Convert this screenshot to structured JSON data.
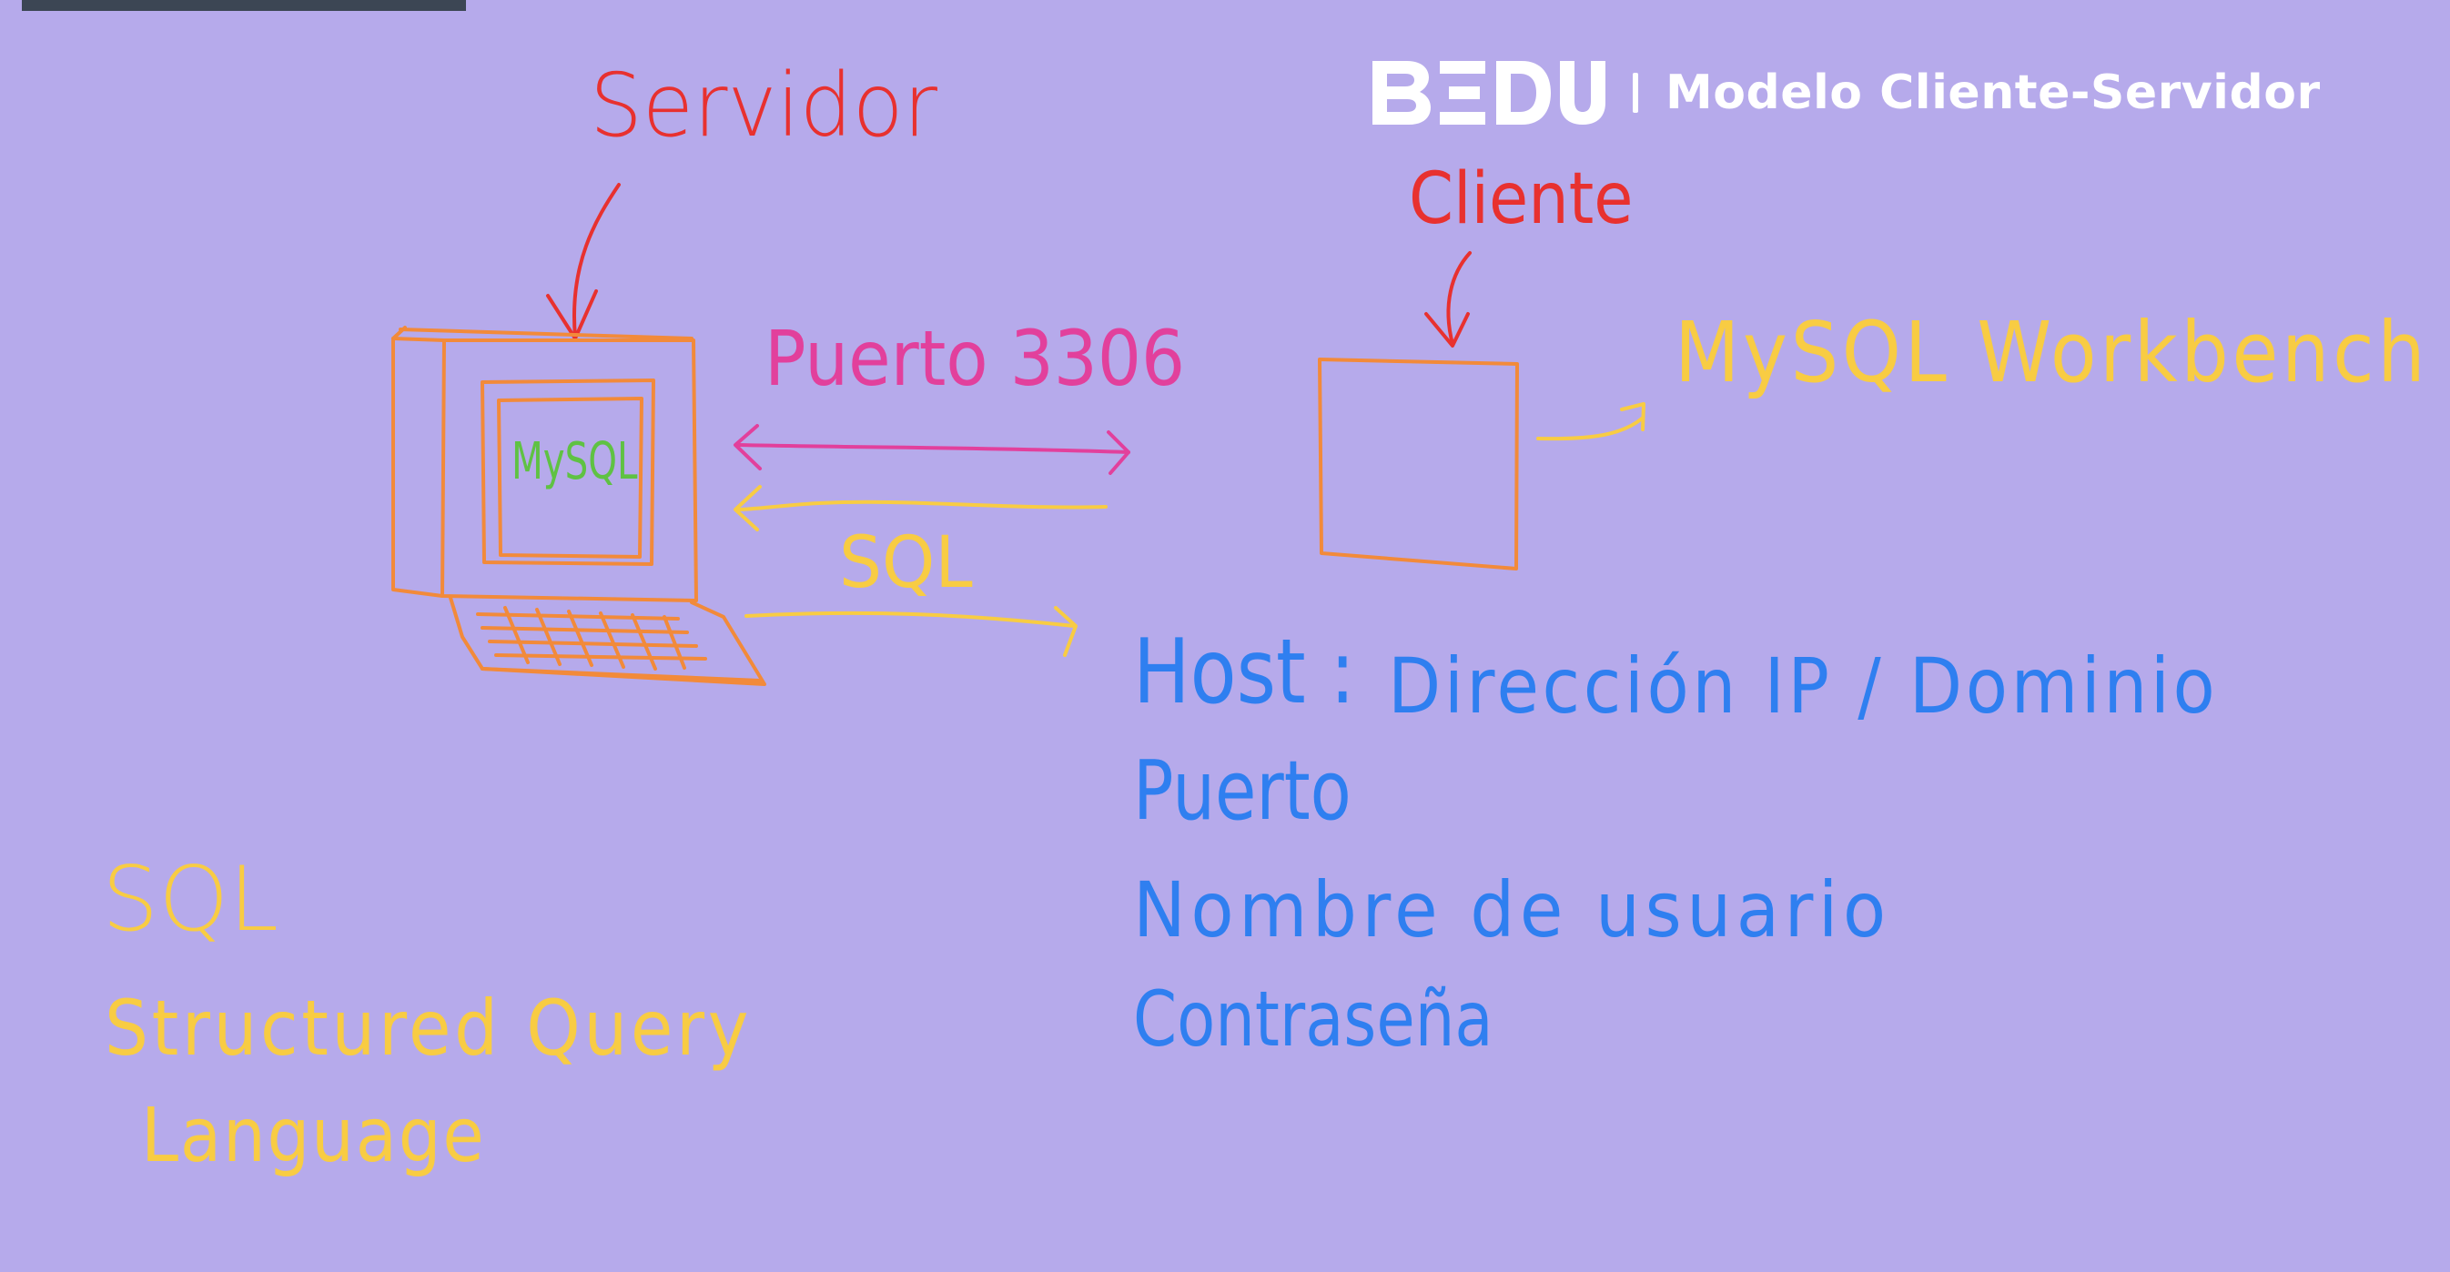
{
  "header": {
    "logo_text": "BEDU",
    "title": "Modelo Cliente-Servidor"
  },
  "colors": {
    "background": "#b6aaeb",
    "server_label": "#e8312f",
    "port_label": "#e2409c",
    "computer": "#f28a3a",
    "mysql_screen": "#5fc243",
    "sql": "#f8cc43",
    "connection_fields": "#2f7ff0"
  },
  "labels": {
    "server": "Servidor",
    "client": "Cliente",
    "port": "Puerto 3306",
    "mysql_screen": "MySQL",
    "sql_arrow": "SQL",
    "workbench": "MySQL Workbench"
  },
  "connection_fields": {
    "host": "Host :",
    "host_value": "Dirección IP / Dominio",
    "port": "Puerto",
    "username": "Nombre de usuario",
    "password": "Contraseña"
  },
  "sql_definition": {
    "acronym": "SQL",
    "line1": "Structured Query",
    "line2": "Language"
  }
}
